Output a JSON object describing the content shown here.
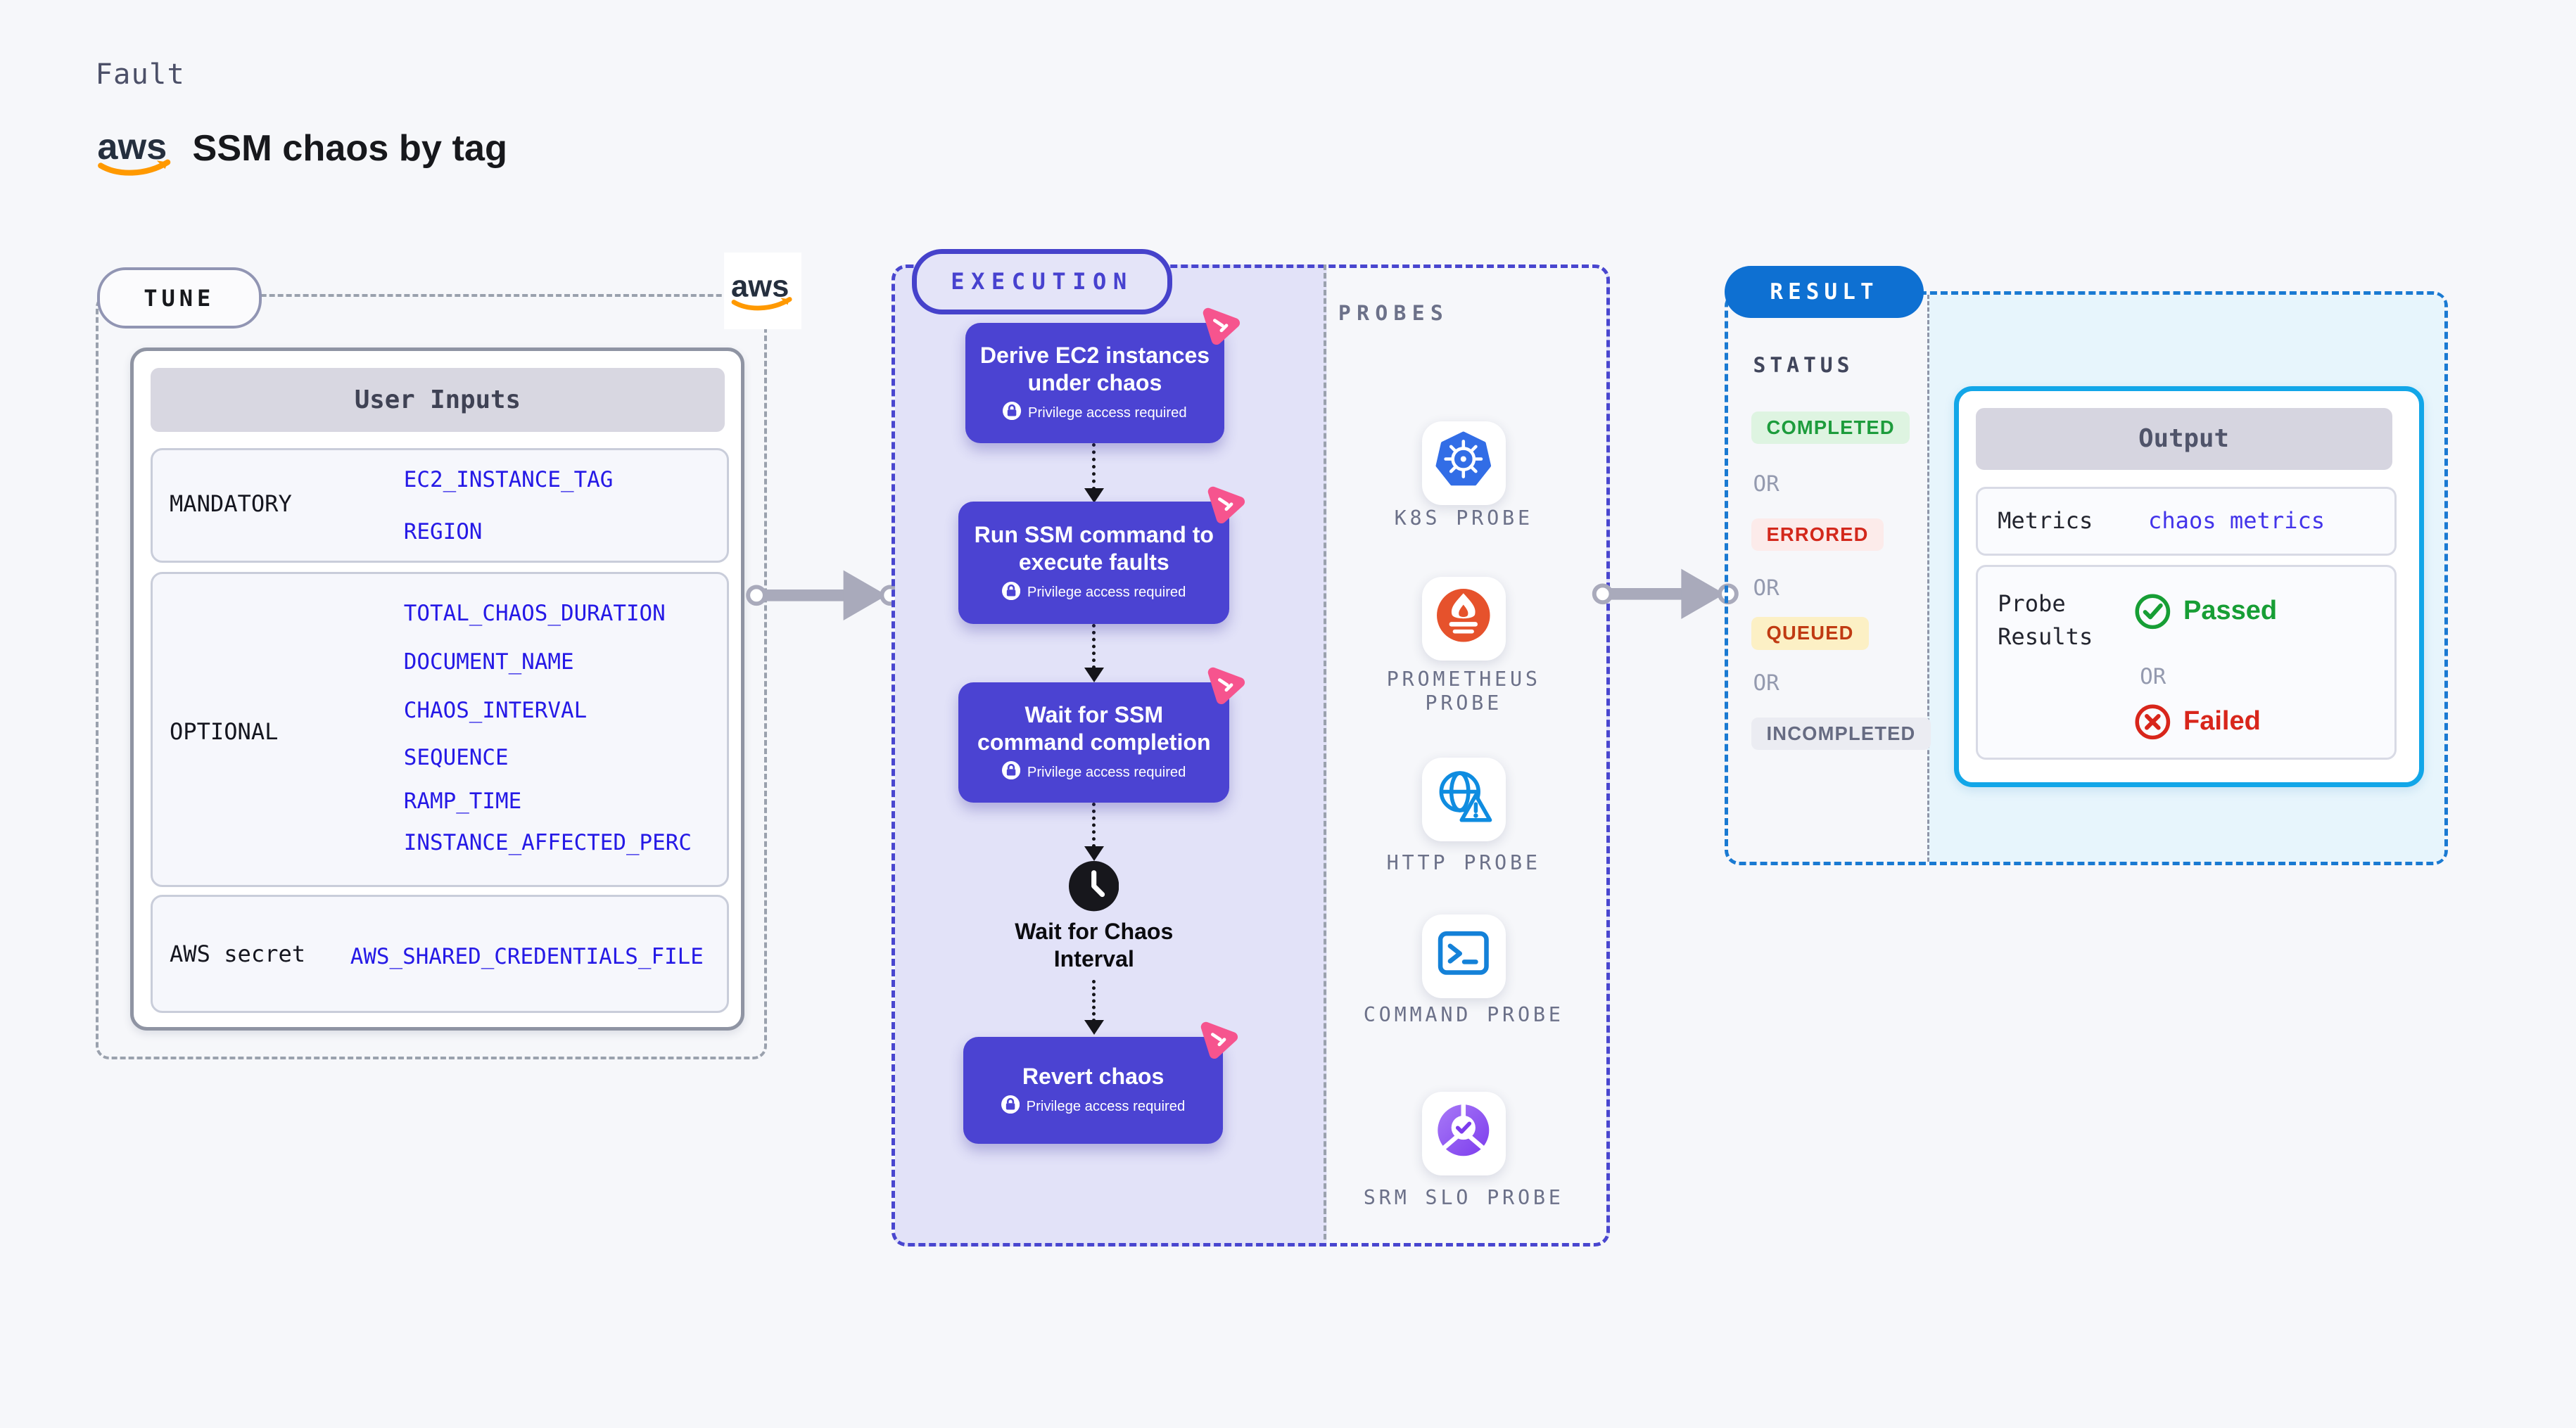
{
  "page": {
    "kicker": "Fault",
    "title": "SSM chaos by tag",
    "aws_logo": "aws"
  },
  "tune": {
    "pill": "TUNE",
    "card_header": "User Inputs",
    "rows": [
      {
        "label": "MANDATORY",
        "values": [
          "EC2_INSTANCE_TAG",
          "REGION"
        ]
      },
      {
        "label": "OPTIONAL",
        "values": [
          "TOTAL_CHAOS_DURATION",
          "DOCUMENT_NAME",
          "CHAOS_INTERVAL",
          "SEQUENCE",
          "RAMP_TIME",
          "INSTANCE_AFFECTED_PERC"
        ]
      },
      {
        "label": "AWS secret",
        "values": [
          "AWS_SHARED_CREDENTIALS_FILE"
        ]
      }
    ]
  },
  "execution": {
    "pill": "EXECUTION",
    "steps": [
      {
        "title": "Derive EC2 instances under chaos",
        "note": "Privilege access required"
      },
      {
        "title": "Run SSM command to execute faults",
        "note": "Privilege access required"
      },
      {
        "title": "Wait for SSM command completion",
        "note": "Privilege access required"
      },
      {
        "title": "Revert chaos",
        "note": "Privilege access required"
      }
    ],
    "wait_step": "Wait for Chaos Interval"
  },
  "probes": {
    "heading": "PROBES",
    "items": [
      {
        "label": "K8S PROBE",
        "icon": "kubernetes-icon"
      },
      {
        "label": "PROMETHEUS PROBE",
        "icon": "prometheus-icon"
      },
      {
        "label": "HTTP PROBE",
        "icon": "http-globe-icon"
      },
      {
        "label": "COMMAND PROBE",
        "icon": "terminal-icon"
      },
      {
        "label": "SRM SLO PROBE",
        "icon": "srm-slo-icon"
      }
    ]
  },
  "result": {
    "pill": "RESULT",
    "status_heading": "STATUS",
    "or_label": "OR",
    "statuses": [
      {
        "label": "COMPLETED",
        "fg": "#1d9c3c",
        "bg": "#def4e1"
      },
      {
        "label": "ERRORED",
        "fg": "#d3281c",
        "bg": "#fcebea"
      },
      {
        "label": "QUEUED",
        "fg": "#c03a12",
        "bg": "#fcf0c5"
      },
      {
        "label": "INCOMPLETED",
        "fg": "#666b82",
        "bg": "#ebecf2"
      }
    ],
    "output": {
      "header": "Output",
      "metrics_label": "Metrics",
      "metrics_value": "chaos metrics",
      "probe_results_label": "Probe Results",
      "passed": "Passed",
      "failed": "Failed",
      "or_label": "OR"
    }
  },
  "colors": {
    "step_purple": "#4b43d2",
    "execution_border": "#4946cf",
    "result_blue": "#0e70d2",
    "output_border": "#12a6e8",
    "input_value_blue": "#2519e6",
    "flag_pink": "#f6548e",
    "arrow_gray": "#a9aabb",
    "passed_green": "#179e35",
    "failed_red": "#d8261b",
    "aws_orange": "#ff9900",
    "prometheus_orange": "#e6522c",
    "kubernetes_blue": "#326de6"
  }
}
